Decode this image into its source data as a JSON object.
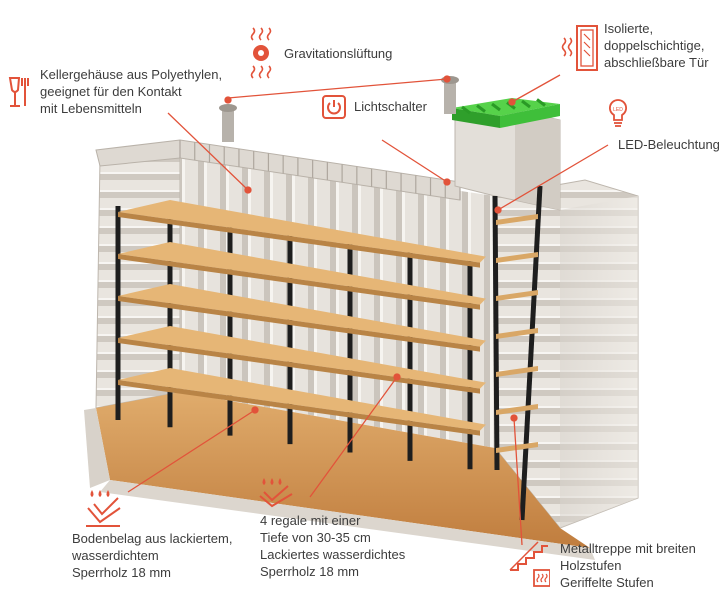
{
  "colors": {
    "accent": "#e2533a",
    "door_green": "#3fbf3a",
    "wall": "#e6e2dc",
    "shelf_wood": "#d9a766",
    "floor_wood": "#c98a45",
    "metal": "#1e1e1e"
  },
  "labels": {
    "housing": {
      "icon": "food-safe-icon",
      "lines": [
        "Kellergehäuse aus Polyethylen,",
        "geeignet für  den Kontakt",
        "mit Lebensmitteln"
      ]
    },
    "ventilation": {
      "icon": "ventilation-icon",
      "text": "Gravitationslüftung"
    },
    "switch": {
      "icon": "power-switch-icon",
      "text": "Lichtschalter"
    },
    "door": {
      "icon": "insulated-door-icon",
      "lines": [
        "Isolierte,",
        "doppelschichtige,",
        "abschließbare Tür"
      ]
    },
    "led": {
      "icon": "led-bulb-icon",
      "text": "LED-Beleuchtung"
    },
    "floor": {
      "icon": "waterproof-floor-icon",
      "lines": [
        "Bodenbelag aus lackiertem,",
        "wasserdichtem",
        " Sperrholz  18 mm"
      ]
    },
    "shelves": {
      "icon": "waterproof-shelf-icon",
      "lines": [
        "4 regale mit einer",
        "Tiefe von 30-35 cm",
        "Lackiertes wasserdichtes",
        "Sperrholz 18 mm"
      ]
    },
    "stairs": {
      "icon": "stairs-icon",
      "lines": [
        "Metalltreppe mit breiten",
        "Holzstufen",
        "Geriffelte Stufen"
      ]
    }
  }
}
